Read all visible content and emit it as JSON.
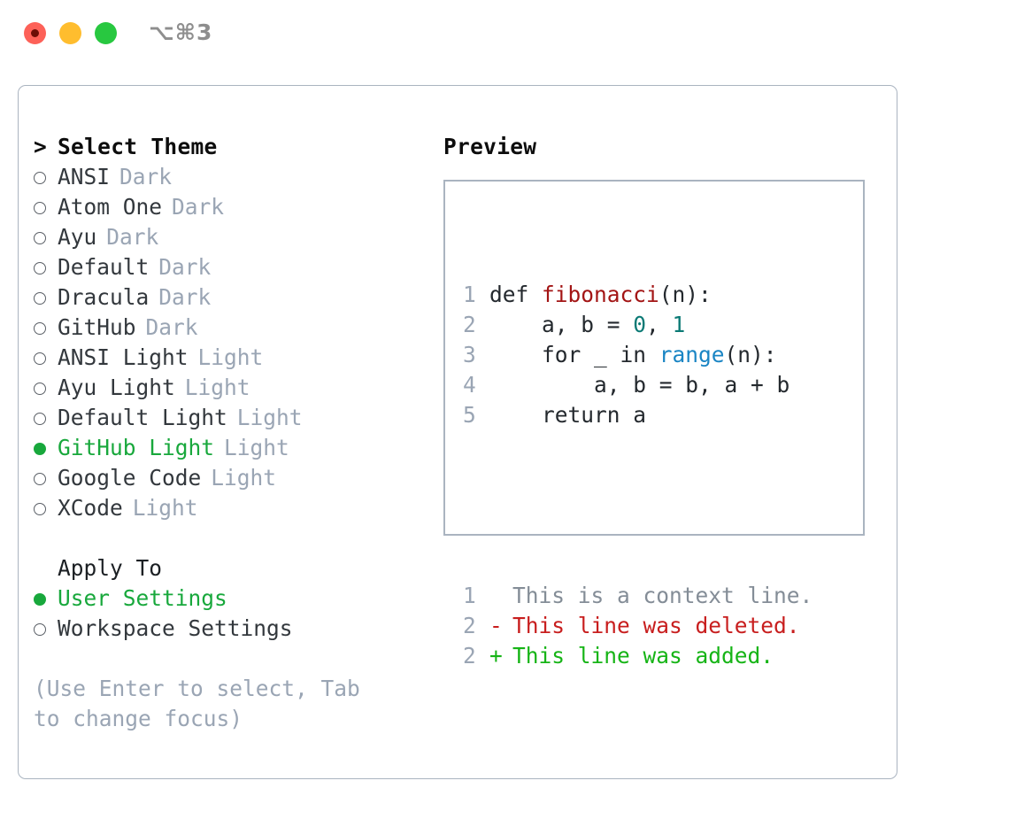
{
  "titlebar": {
    "shortcut": "⌥⌘3",
    "lights": [
      "close-red",
      "minimize-yellow",
      "maximize-green"
    ]
  },
  "theme_selector": {
    "header_marker": ">",
    "header": "Select Theme",
    "items": [
      {
        "marker": "hollow",
        "label": "ANSI",
        "badge": "Dark",
        "selected": false
      },
      {
        "marker": "hollow",
        "label": "Atom One",
        "badge": "Dark",
        "selected": false
      },
      {
        "marker": "hollow",
        "label": "Ayu",
        "badge": "Dark",
        "selected": false
      },
      {
        "marker": "hollow",
        "label": "Default",
        "badge": "Dark",
        "selected": false
      },
      {
        "marker": "hollow",
        "label": "Dracula",
        "badge": "Dark",
        "selected": false
      },
      {
        "marker": "hollow",
        "label": "GitHub",
        "badge": "Dark",
        "selected": false
      },
      {
        "marker": "hollow",
        "label": "ANSI Light",
        "badge": "Light",
        "selected": false
      },
      {
        "marker": "hollow",
        "label": "Ayu Light",
        "badge": "Light",
        "selected": false
      },
      {
        "marker": "hollow",
        "label": "Default Light",
        "badge": "Light",
        "selected": false
      },
      {
        "marker": "filled",
        "label": "GitHub Light",
        "badge": "Light",
        "selected": true
      },
      {
        "marker": "hollow",
        "label": "Google Code",
        "badge": "Light",
        "selected": false
      },
      {
        "marker": "hollow",
        "label": "XCode",
        "badge": "Light",
        "selected": false
      }
    ]
  },
  "apply_to": {
    "label": "Apply To",
    "options": [
      {
        "marker": "filled",
        "label": "User Settings",
        "selected": true
      },
      {
        "marker": "hollow",
        "label": "Workspace Settings",
        "selected": false
      }
    ]
  },
  "hint": "(Use Enter to select, Tab to change focus)",
  "preview": {
    "title": "Preview",
    "code_lines": [
      {
        "num": "1",
        "tokens": [
          {
            "t": "def ",
            "c": "plain"
          },
          {
            "t": "fibonacci",
            "c": "fn"
          },
          {
            "t": "(n):",
            "c": "plain"
          }
        ]
      },
      {
        "num": "2",
        "tokens": [
          {
            "t": "    a, b = ",
            "c": "plain"
          },
          {
            "t": "0",
            "c": "num"
          },
          {
            "t": ", ",
            "c": "plain"
          },
          {
            "t": "1",
            "c": "num"
          }
        ]
      },
      {
        "num": "3",
        "tokens": [
          {
            "t": "    for _ in ",
            "c": "plain"
          },
          {
            "t": "range",
            "c": "call"
          },
          {
            "t": "(n):",
            "c": "plain"
          }
        ]
      },
      {
        "num": "4",
        "tokens": [
          {
            "t": "        a, b = b, a + b",
            "c": "plain"
          }
        ]
      },
      {
        "num": "5",
        "tokens": [
          {
            "t": "    return a",
            "c": "plain"
          }
        ]
      }
    ],
    "diff_lines": [
      {
        "num": "1",
        "sign": "",
        "text": "This is a context line.",
        "kind": "ctx"
      },
      {
        "num": "2",
        "sign": "-",
        "text": "This line was deleted.",
        "kind": "del"
      },
      {
        "num": "2",
        "sign": "+",
        "text": "This line was added.",
        "kind": "add"
      }
    ]
  },
  "colors": {
    "accent_green": "#18a83c",
    "badge_muted": "#9aa5b4",
    "border": "#aab4c0",
    "diff_delete": "#c81e1e",
    "diff_add": "#16b416",
    "syntax_function": "#a31515",
    "syntax_number": "#0b7a75",
    "syntax_call": "#1a85c4"
  }
}
